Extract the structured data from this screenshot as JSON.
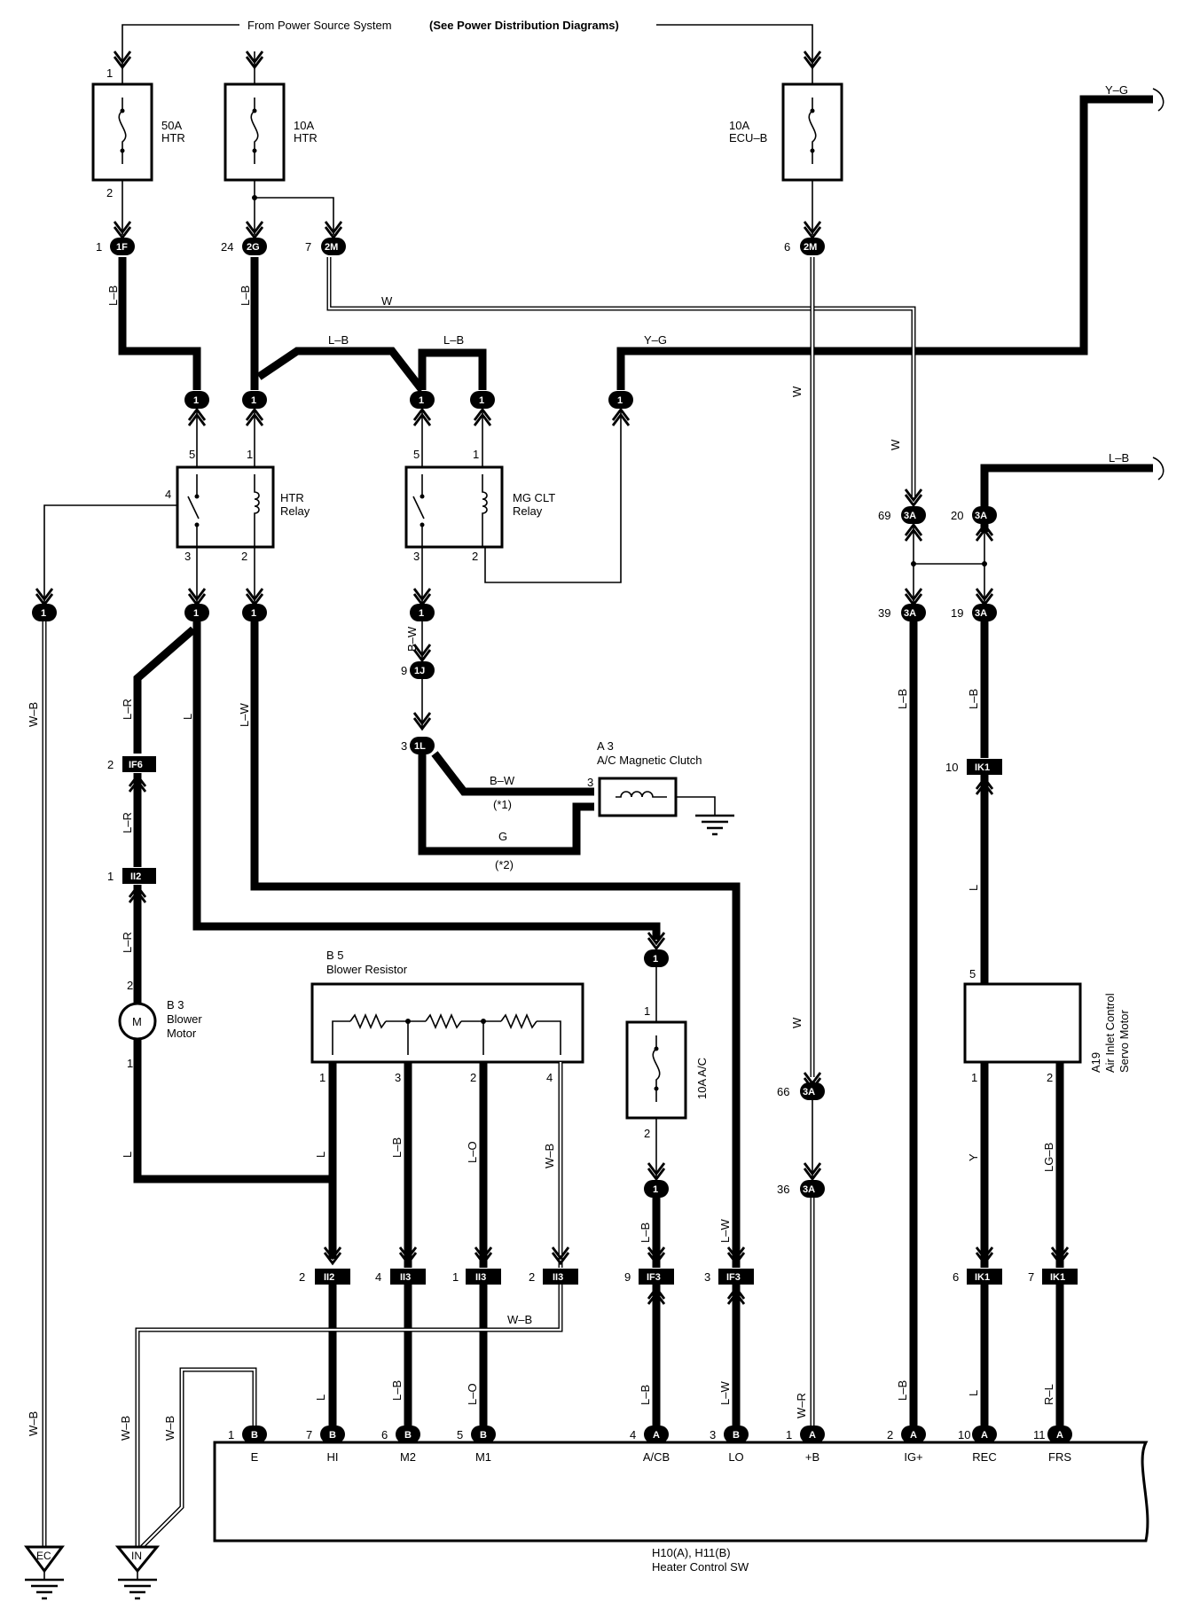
{
  "header": {
    "source": "From Power Source System",
    "see": "(See Power Distribution Diagrams)"
  },
  "fuses": {
    "htr50": {
      "rating": "50A",
      "name": "HTR",
      "pin_in": "1",
      "pin_out": "2"
    },
    "htr10": {
      "rating": "10A",
      "name": "HTR"
    },
    "ecub": {
      "rating": "10A",
      "name": "ECU–B"
    },
    "ac": {
      "label": "10A A/C",
      "pin_in": "1",
      "pin_out": "2"
    }
  },
  "connectors": {
    "c1F": {
      "pin": "1",
      "id": "1F"
    },
    "c2G": {
      "pin": "24",
      "id": "2G"
    },
    "c2M7": {
      "pin": "7",
      "id": "2M"
    },
    "c2M6": {
      "pin": "6",
      "id": "2M"
    },
    "c3A69": {
      "pin": "69",
      "id": "3A"
    },
    "c3A20": {
      "pin": "20",
      "id": "3A"
    },
    "c3A39": {
      "pin": "39",
      "id": "3A"
    },
    "c3A19": {
      "pin": "19",
      "id": "3A"
    },
    "c3A66": {
      "pin": "66",
      "id": "3A"
    },
    "c3A36": {
      "pin": "36",
      "id": "3A"
    },
    "c1J": {
      "pin": "9",
      "id": "1J"
    },
    "c1L": {
      "pin": "3",
      "id": "1L"
    },
    "cIF6": {
      "pin": "2",
      "id": "IF6"
    },
    "cII2a": {
      "pin": "1",
      "id": "II2"
    },
    "cIK1a": {
      "pin": "10",
      "id": "IK1"
    },
    "cII2b": {
      "pin": "2",
      "id": "II2"
    },
    "cII3a": {
      "pin": "4",
      "id": "II3"
    },
    "cII3b": {
      "pin": "1",
      "id": "II3"
    },
    "cII3c": {
      "pin": "2",
      "id": "II3"
    },
    "cIF3a": {
      "pin": "9",
      "id": "IF3"
    },
    "cIF3b": {
      "pin": "3",
      "id": "IF3"
    },
    "cIK1b": {
      "pin": "6",
      "id": "IK1"
    },
    "cIK1c": {
      "pin": "7",
      "id": "IK1"
    },
    "junction": "1"
  },
  "relays": {
    "htr": {
      "name": "HTR",
      "sub": "Relay",
      "p5": "5",
      "p1": "1",
      "p4": "4",
      "p3": "3",
      "p2": "2"
    },
    "mg": {
      "name": "MG CLT",
      "sub": "Relay",
      "p5": "5",
      "p1": "1",
      "p3": "3",
      "p2": "2"
    }
  },
  "components": {
    "clutch": {
      "code": "A 3",
      "name": "A/C Magnetic Clutch",
      "pin": "3"
    },
    "resistor": {
      "code": "B 5",
      "name": "Blower Resistor",
      "p1": "1",
      "p3": "3",
      "p2": "2",
      "p4": "4"
    },
    "motor": {
      "code": "B 3",
      "line1": "Blower",
      "line2": "Motor",
      "symbol": "M",
      "p2": "2",
      "p1": "1"
    },
    "servo": {
      "code": "A19",
      "line1": "Air Inlet Control",
      "line2": "Servo Motor",
      "p5": "5",
      "p1": "1",
      "p2": "2"
    },
    "switch": {
      "line1": "H10(A), H11(B)",
      "line2": "Heater Control SW"
    }
  },
  "wires": {
    "lb": "L–B",
    "w": "W",
    "yg": "Y–G",
    "wb": "W–B",
    "lr": "L–R",
    "l": "L",
    "lw": "L–W",
    "bw": "B–W",
    "g": "G",
    "lo": "L–O",
    "y": "Y",
    "lgb": "LG–B",
    "wr": "W–R",
    "rl": "R–L",
    "note1": "(*1)",
    "note2": "(*2)"
  },
  "switch_terminals": [
    {
      "pin": "1",
      "conn": "B",
      "name": "E"
    },
    {
      "pin": "7",
      "conn": "B",
      "name": "HI"
    },
    {
      "pin": "6",
      "conn": "B",
      "name": "M2"
    },
    {
      "pin": "5",
      "conn": "B",
      "name": "M1"
    },
    {
      "pin": "4",
      "conn": "A",
      "name": "A/CB"
    },
    {
      "pin": "3",
      "conn": "B",
      "name": "LO"
    },
    {
      "pin": "1",
      "conn": "A",
      "name": "+B"
    },
    {
      "pin": "2",
      "conn": "A",
      "name": "IG+"
    },
    {
      "pin": "10",
      "conn": "A",
      "name": "REC"
    },
    {
      "pin": "11",
      "conn": "A",
      "name": "FRS"
    }
  ],
  "grounds": {
    "ec": "EC",
    "in": "IN"
  }
}
